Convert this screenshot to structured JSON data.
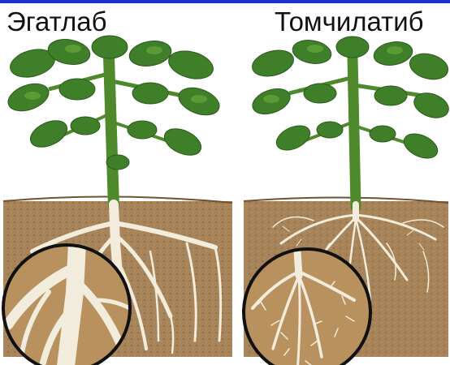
{
  "labels": {
    "left": "Эгатлаб",
    "right": "Томчилатиб"
  },
  "colors": {
    "top_rule": "#1f2fd0",
    "soil": "#a8845a",
    "soil_dark": "#8a6a44",
    "leaf": "#3f7f2a",
    "leaf_light": "#6fae3c",
    "stem": "#4e8a2c",
    "root": "#f2ecdc",
    "root_shadow": "#cdbf9f",
    "lens_border": "#111111"
  },
  "scene": {
    "left_plant": "taproot-system",
    "right_plant": "fibrous-root-system",
    "magnifier_icon": "circle-lens"
  }
}
